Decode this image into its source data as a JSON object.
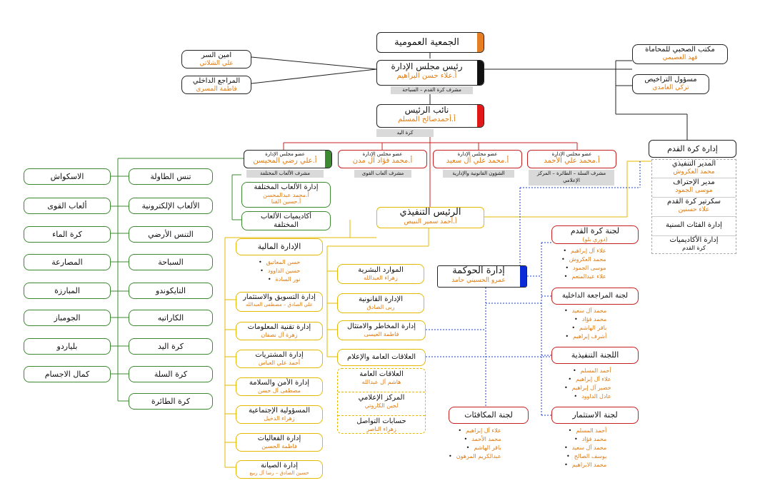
{
  "general_assembly": "الجمعية العمومية",
  "chairman": {
    "title": "رئيس مجلس الإدارة",
    "name": "أ.علاء حسن البراهيم",
    "tag": "مشرف كرة القدم – السباحة"
  },
  "secretary": {
    "title": "امين السر",
    "name": "علي الشلاتي"
  },
  "internal_auditor": {
    "title": "المراجع الداخلي",
    "name": "فاطمة المسري"
  },
  "media_office": {
    "title": "مكتب الصحبي للمحاماة",
    "name": "فهد العصيمي"
  },
  "licenses": {
    "title": "مسؤول التراخيص",
    "name": "تركي الغامدي"
  },
  "vice": {
    "title": "نائب الرئيس",
    "name": "أ.أحمدصالح المسلم",
    "tag": "كرة اليد"
  },
  "members": [
    {
      "title": "عضو مجلس الإدارة",
      "name": "أ.محمد علي الأحمد",
      "tag": "مشرف السلة – الطائرة – المركز الإعلامي"
    },
    {
      "title": "عضو مجلس الإدارة",
      "name": "أ.محمد علي آل سعيد",
      "tag": "الشؤون القانونية والإدارية"
    },
    {
      "title": "عضو مجلس الإدارة",
      "name": "أ.محمد فؤاد آل مدن",
      "tag": "مشرف ألعاب القوى"
    },
    {
      "title": "عضو مجلس الإدارة",
      "name": "أ.علي رضي المحيسن",
      "tag": "مشرف الألعاب المختلفة"
    }
  ],
  "football_dept": {
    "title": "إدارة كرة القدم",
    "items": [
      {
        "t": "المدير التنفيذي",
        "n": "محمد العكروش"
      },
      {
        "t": "مدير الإحتراف",
        "n": "موسى الجمود"
      },
      {
        "t": "سكرتير كرة القدم",
        "n": "علاء حسنين"
      },
      {
        "t": "إدارة الفئات السنية",
        "n": ""
      },
      {
        "t": "إدارة الأكاديميات",
        "k": "كرة القدم"
      }
    ]
  },
  "ceo": {
    "title": "الرئيس التنفيذي",
    "name": "أ.أحمد سمير النبيص"
  },
  "governance": {
    "title": "إدارة الحوكمة",
    "name": "عمرو الحسيني حامد"
  },
  "sports_left": [
    "الاسكواش",
    "ألعاب القوى",
    "كرة الماء",
    "المصارعة",
    "المبارزة",
    "الجومباز",
    "بلياردو",
    "كمال الاجسام"
  ],
  "sports_right": [
    "تنس الطاولة",
    "الألعاب الإلكترونية",
    "التنس الأرضي",
    "السباحة",
    "التايكوندو",
    "الكاراتيه",
    "كرة اليد",
    "كرة السلة",
    "كرة الطائرة"
  ],
  "misc_games": {
    "title": "إدارة الألعاب المختلفة",
    "names": [
      "أ.محمد عبدالمحسن",
      "أ.حسين الفنا"
    ]
  },
  "academies": {
    "title": "أكاديميات الألعاب المختلفة"
  },
  "finance": {
    "title": "الإدارة المالية",
    "names": [
      "حسن المعاتيق",
      "حسين الداوود",
      "نور السادة"
    ]
  },
  "marketing": {
    "title": "إدارة التسويق والاستثمار",
    "name": "علي الصادق – مصطفى العبدالله"
  },
  "it": {
    "title": "إدارة تقنية المعلومات",
    "name": "زهرة آل نصفان"
  },
  "purchasing": {
    "title": "إدارة المشتريات",
    "name": "أحمد علي العباس"
  },
  "security": {
    "title": "إدارة الأمن والسلامة",
    "name": "مصطفى آل حسن"
  },
  "social": {
    "title": "المسؤولية الإجتماعية",
    "name": "زهراء الدخيل"
  },
  "events": {
    "title": "إدارة الفعاليات",
    "name": "فاطمة الحسين"
  },
  "maintenance": {
    "title": "إدارة الصيانة",
    "name": "حسين الصادق – رضا آل ربيع"
  },
  "hr": {
    "title": "الموارد البشرية",
    "name": "زهراء العبدالله"
  },
  "legal": {
    "title": "الإدارة القانونية",
    "name": "ربى الصادق"
  },
  "risk": {
    "title": "إدارة المخاطر والامتثال",
    "name": "فاطمة العيسى"
  },
  "pr": {
    "title": "العلاقات العامة والإعلام"
  },
  "pr_sub": [
    {
      "t": "العلاقات العامة",
      "n": "هاشم آل عبدالله"
    },
    {
      "t": "المركز الإعلامي",
      "n": "لجين الكاروتي"
    },
    {
      "t": "حسابات التواصل",
      "n": "زهراء الناصر"
    }
  ],
  "committees": {
    "football": {
      "title": "لجنة كرة القدم",
      "sub": "(دوري بلو)",
      "members": [
        "علاء آل إبراهيم",
        "محمد العكروش",
        "موسى الجمود",
        "علاء عبدالمنعم"
      ]
    },
    "audit": {
      "title": "لجنة المراجعة الداخلية",
      "members": [
        "محمد آل سعيد",
        "محمد فؤاد",
        "باقر الهاشم",
        "أشرف إبراهيم"
      ]
    },
    "exec": {
      "title": "اللجنة التنفيذية",
      "members": [
        "أحمد المسلم",
        "علاء آل إبراهيم",
        "خضير آل إبراهيم",
        "عادل الداوود"
      ]
    },
    "invest": {
      "title": "لجنة الاستثمار",
      "members": [
        "أحمد المسلم",
        "محمد فؤاد",
        "محمد آل سعيد",
        "يوسف الصالح",
        "محمد الابراهيم"
      ]
    },
    "rewards": {
      "title": "لجنة المكافئات",
      "members": [
        "علاء آل إبراهيم",
        "محمد الأحمد",
        "باقر الهاشم",
        "عبدالكريم المرهون"
      ]
    }
  },
  "colors": {
    "accent": "#e07b10",
    "black": "#111111",
    "red": "#e01818",
    "blue": "#0a2bd6",
    "green": "#3b8a2f",
    "yellow": "#e6b800"
  }
}
